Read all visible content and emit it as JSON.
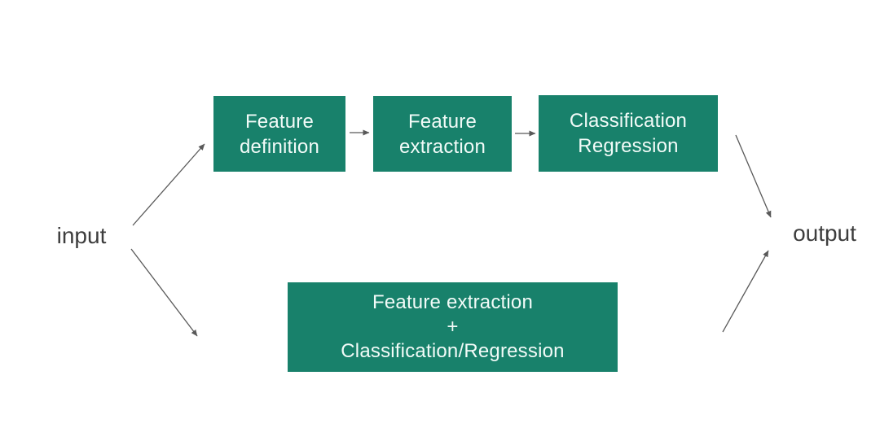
{
  "diagram": {
    "type": "flow-diagram",
    "input_label": "input",
    "output_label": "output",
    "colors": {
      "box": "#18816B",
      "box_text": "#F2FBF8",
      "label_text": "#3D3D3D",
      "arrow": "#595959",
      "background": "#FFFFFF"
    },
    "top_path": {
      "boxes": [
        {
          "id": "feature-definition",
          "lines": [
            "Feature",
            "definition"
          ]
        },
        {
          "id": "feature-extraction",
          "lines": [
            "Feature",
            "extraction"
          ]
        },
        {
          "id": "classification-regression",
          "lines": [
            "Classification",
            "Regression"
          ]
        }
      ]
    },
    "bottom_path": {
      "boxes": [
        {
          "id": "feature-extraction-plus-classification",
          "lines": [
            "Feature extraction",
            "+",
            "Classification/Regression"
          ]
        }
      ]
    },
    "edges": [
      {
        "from": "input",
        "to": "feature-definition"
      },
      {
        "from": "feature-definition",
        "to": "feature-extraction"
      },
      {
        "from": "feature-extraction",
        "to": "classification-regression"
      },
      {
        "from": "classification-regression",
        "to": "output"
      },
      {
        "from": "input",
        "to": "feature-extraction-plus-classification"
      },
      {
        "from": "feature-extraction-plus-classification",
        "to": "output"
      }
    ]
  }
}
